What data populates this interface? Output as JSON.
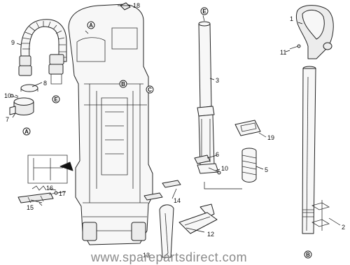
{
  "watermark": "www.sparepartsdirect.com",
  "part_numbers": [
    "1",
    "2",
    "3",
    "5",
    "6",
    "7",
    "8",
    "9",
    "10",
    "10",
    "11",
    "12",
    "13",
    "14",
    "15",
    "16",
    "17",
    "18",
    "19"
  ],
  "reference_markers": [
    "A",
    "A",
    "B",
    "B",
    "C",
    "E",
    "E"
  ]
}
